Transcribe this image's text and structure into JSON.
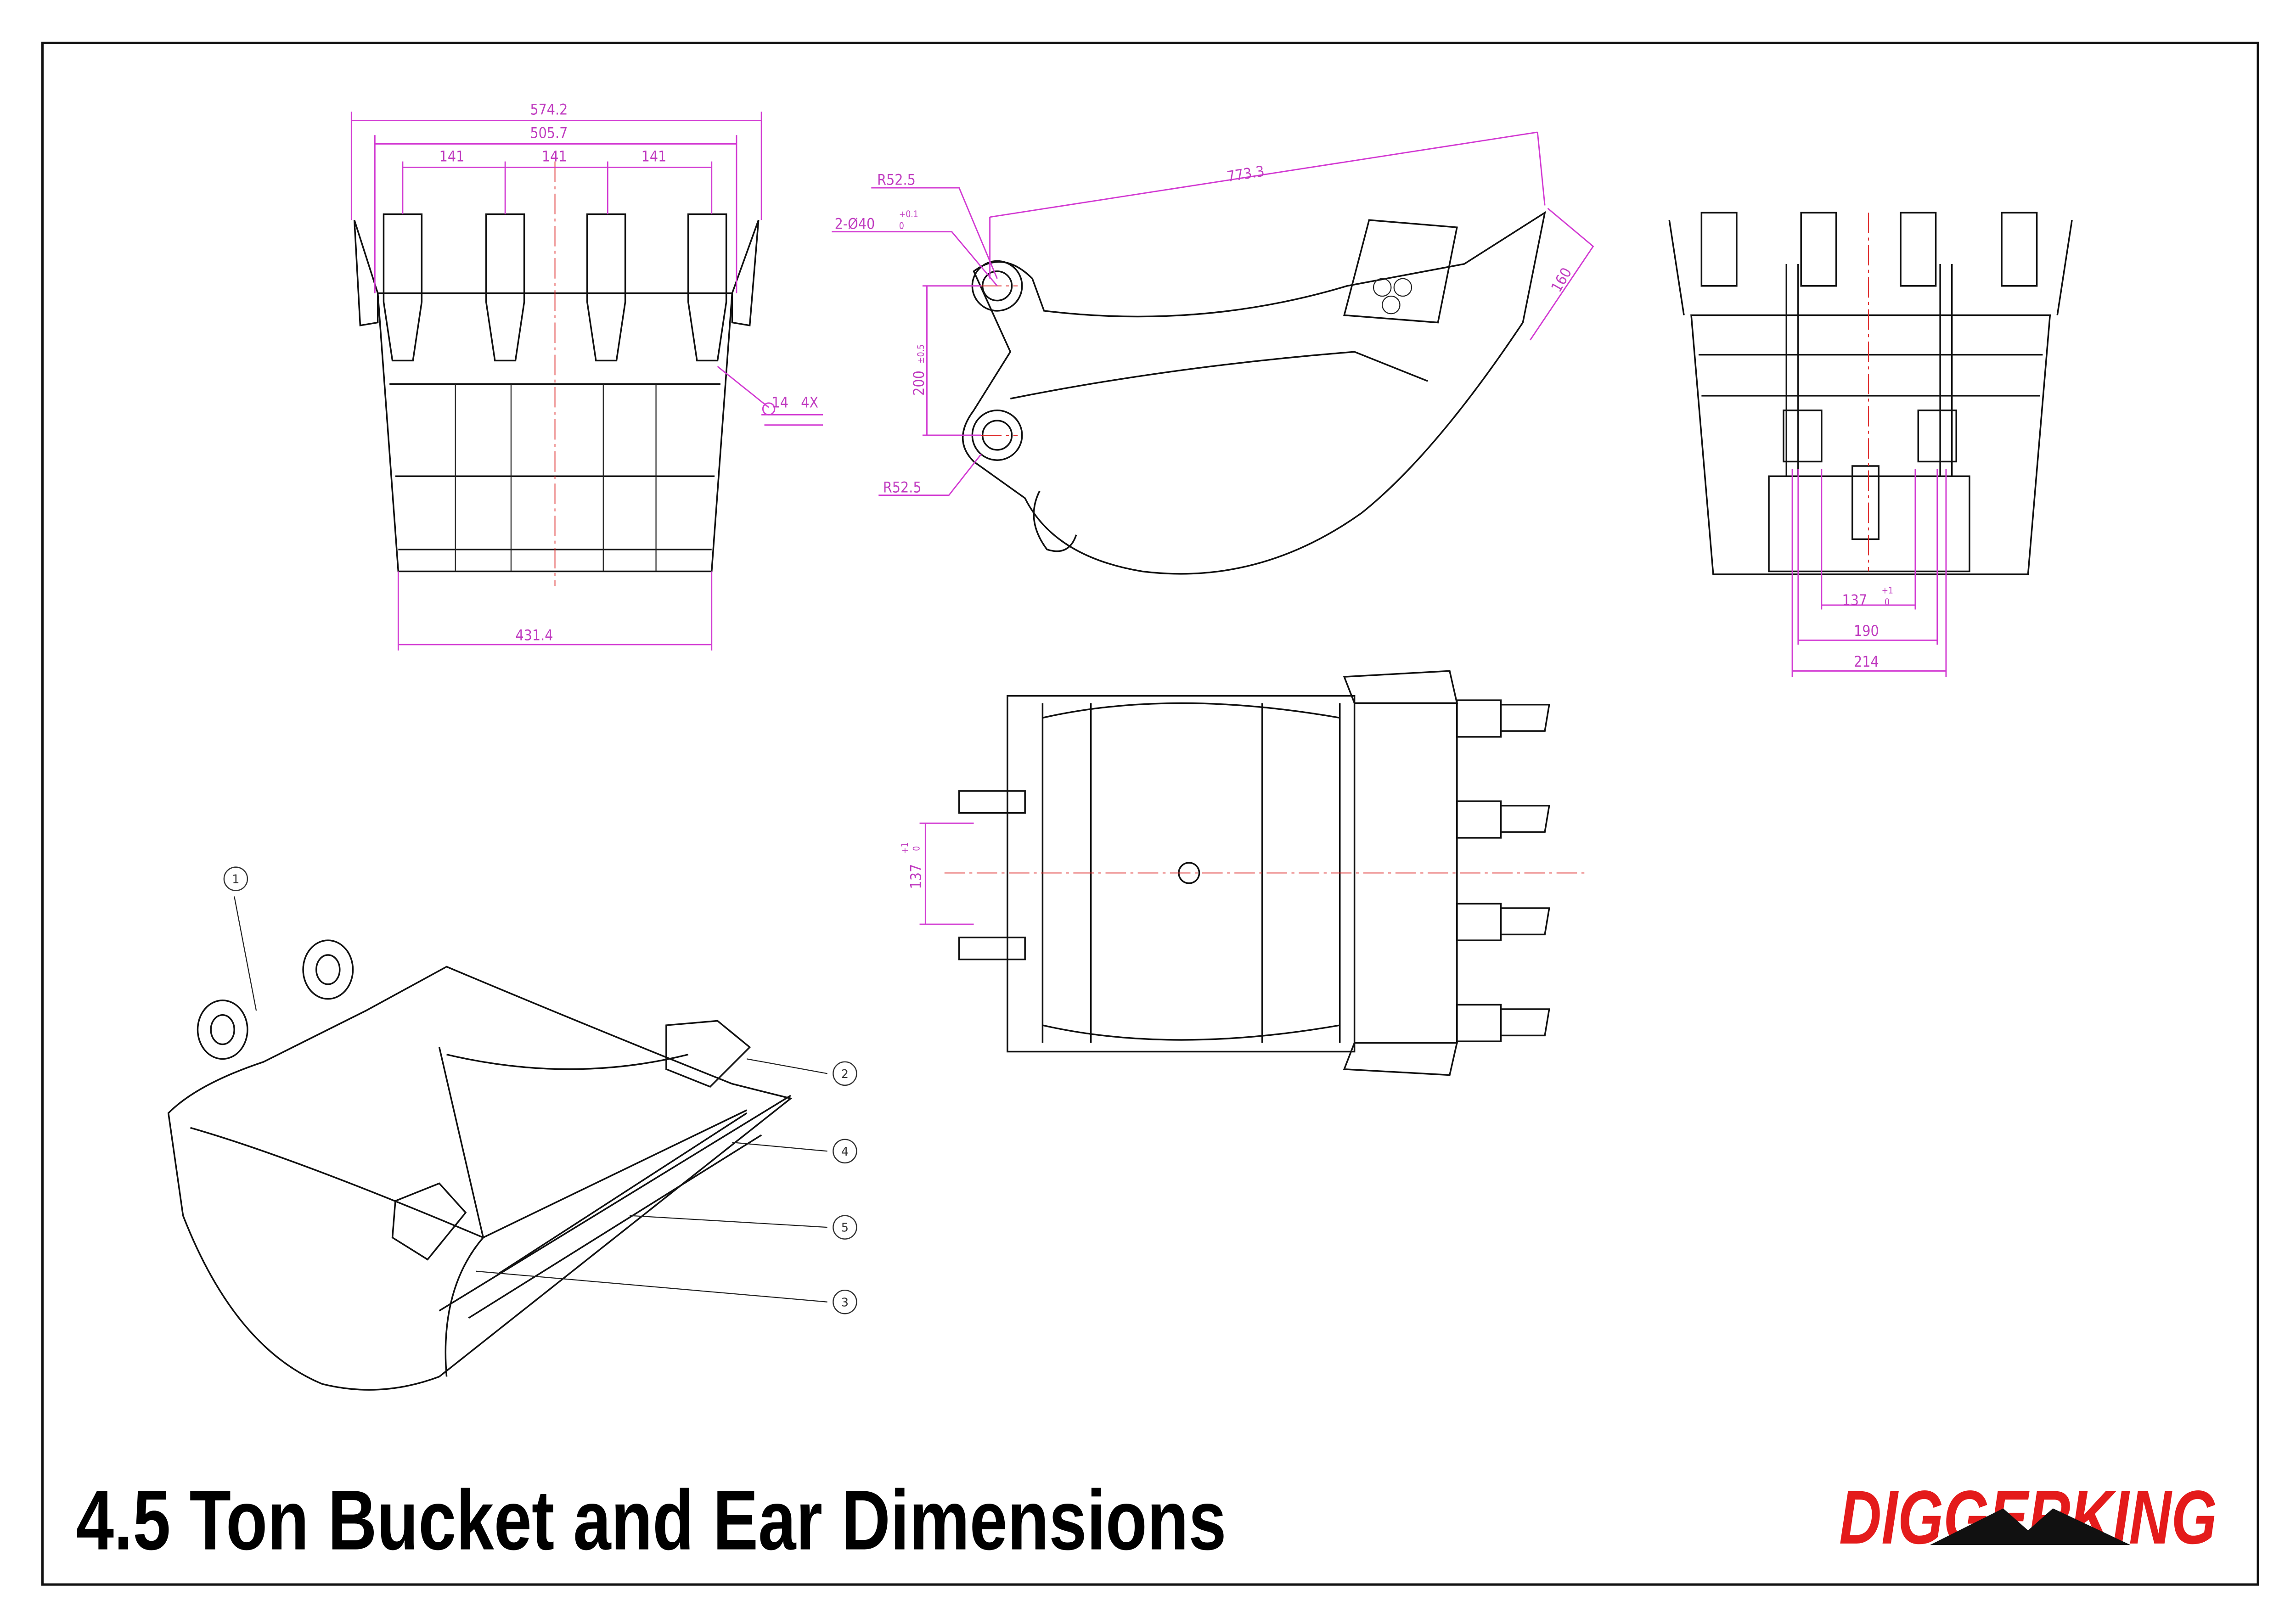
{
  "title": "4.5 Ton Bucket and Ear Dimensions",
  "logo": "DIGGERKING",
  "colors": {
    "dimension": "#d23ad2",
    "centerline": "#dd2222",
    "logo": "#e41b1b"
  },
  "front_view": {
    "overall_width": "574.2",
    "inner_width": "505.7",
    "tooth_spacing": [
      "141",
      "141",
      "141"
    ],
    "bottom_width": "431.4",
    "weld_size": "14",
    "weld_count": "4X"
  },
  "side_view": {
    "length": "773.3",
    "radius_top": "R52.5",
    "radius_bottom": "R52.5",
    "pin_holes": "2-Ø40",
    "pin_tol_upper": "+0.1",
    "pin_tol_lower": "0",
    "pin_centres": "200",
    "pin_centres_tol": "±0.5",
    "tooth_depth": "160"
  },
  "rear_view": {
    "ear_inner": "137",
    "ear_inner_tol_upper": "+1",
    "ear_inner_tol_lower": "0",
    "ear_mid": "190",
    "ear_outer": "214"
  },
  "top_view": {
    "ear_gap": "137",
    "ear_gap_tol_upper": "+1",
    "ear_gap_tol_lower": "0"
  },
  "iso_view": {
    "balloons": [
      "1",
      "2",
      "4",
      "5",
      "3"
    ]
  }
}
